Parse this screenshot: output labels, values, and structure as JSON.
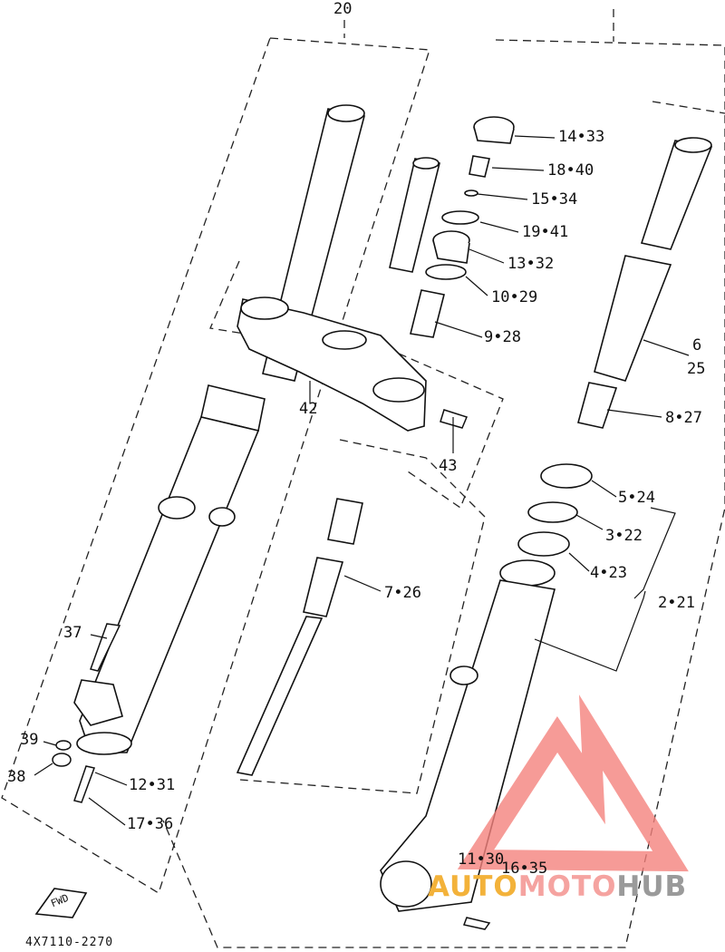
{
  "diagram": {
    "part_code": "4X7110-2270",
    "fwd_label": "FWD",
    "callouts": [
      {
        "id": "c20",
        "text": "20"
      },
      {
        "id": "c14",
        "text": "14•33"
      },
      {
        "id": "c18",
        "text": "18•40"
      },
      {
        "id": "c15",
        "text": "15•34"
      },
      {
        "id": "c19",
        "text": "19•41"
      },
      {
        "id": "c13",
        "text": "13•32"
      },
      {
        "id": "c10",
        "text": "10•29"
      },
      {
        "id": "c9",
        "text": "9•28"
      },
      {
        "id": "c6",
        "text": "6"
      },
      {
        "id": "c25",
        "text": "25"
      },
      {
        "id": "c8",
        "text": "8•27"
      },
      {
        "id": "c42",
        "text": "42"
      },
      {
        "id": "c43",
        "text": "43"
      },
      {
        "id": "c5",
        "text": "5•24"
      },
      {
        "id": "c3",
        "text": "3•22"
      },
      {
        "id": "c4",
        "text": "4•23"
      },
      {
        "id": "c2",
        "text": "2•21"
      },
      {
        "id": "c7",
        "text": "7•26"
      },
      {
        "id": "c37",
        "text": "37"
      },
      {
        "id": "c39",
        "text": "39"
      },
      {
        "id": "c38",
        "text": "38"
      },
      {
        "id": "c12",
        "text": "12•31"
      },
      {
        "id": "c17",
        "text": "17•36"
      },
      {
        "id": "c11",
        "text": "11•30"
      },
      {
        "id": "c16",
        "text": "16•35"
      }
    ]
  },
  "watermark": {
    "part1": "AUTO",
    "part2": "MOTO",
    "part3": "HUB",
    "color_red": "#f4827d",
    "color_orange": "#f3b23a",
    "color_gray": "#9a9a9a"
  }
}
